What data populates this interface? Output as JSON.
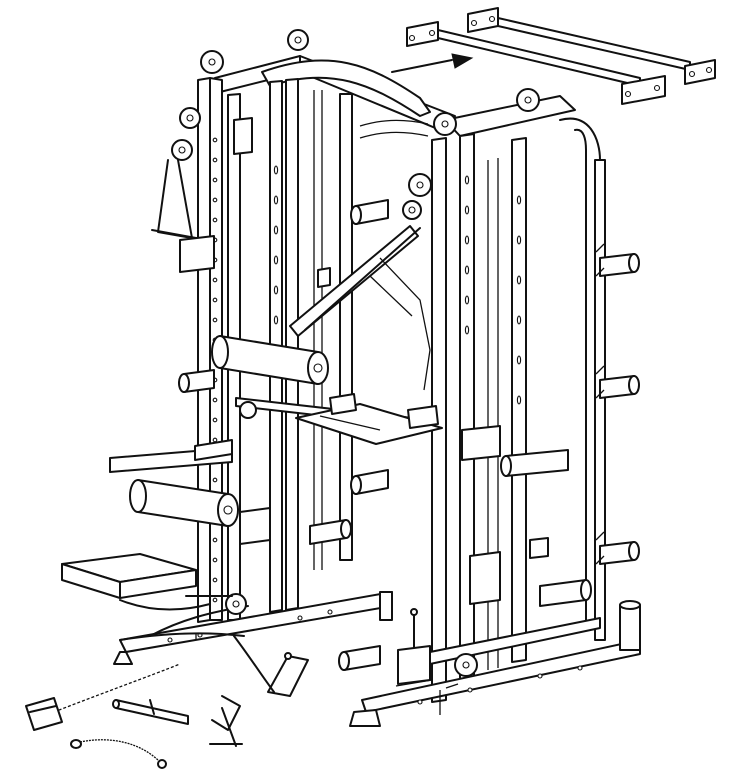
{
  "figure": {
    "type": "exploded-assembly-line-drawing",
    "colors": {
      "line": "#111111",
      "background": "#ffffff"
    },
    "components": [
      "rear-crossbar-brackets",
      "upper-pulley-crossframe",
      "left-upright-frame",
      "right-upright-frame",
      "pulley-wheels",
      "leg-extension-roller-pads",
      "adjustable-seat",
      "smith-machine-barbell",
      "weight-plate-storage-horns",
      "landmine-post",
      "lat-pulldown-bar",
      "v-handle",
      "stirrup-handles",
      "short-straight-bar",
      "chain-and-ankle-strap",
      "tricep-rope"
    ]
  }
}
